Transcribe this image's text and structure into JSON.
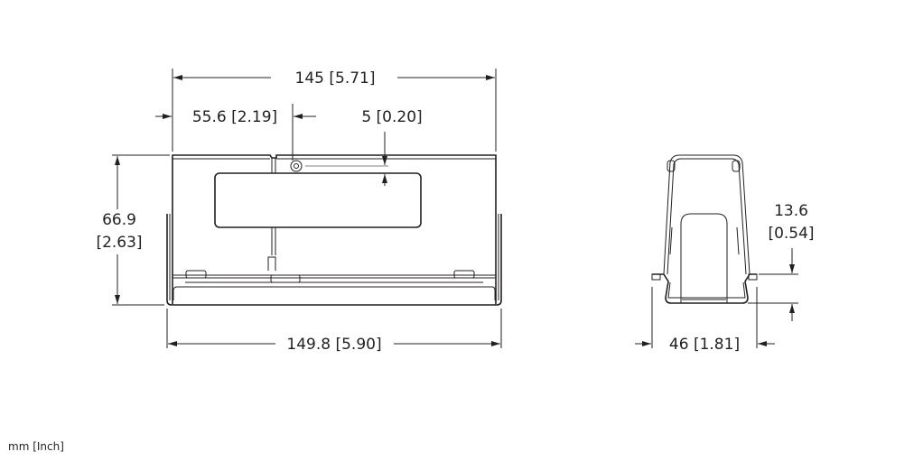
{
  "front_view": {
    "overall_width_top": "145 [5.71]",
    "offset_width": "55.6 [2.19]",
    "label_offset": "5 [0.20]",
    "height_line1": "66.9",
    "height_line2": "[2.63]",
    "overall_width_bottom": "149.8 [5.90]"
  },
  "side_view": {
    "flange_height_line1": "13.6",
    "flange_height_line2": "[0.54]",
    "depth": "46 [1.81]"
  },
  "units_note": "mm [Inch]",
  "colors": {
    "line": "#231f20",
    "leader": "#9a9a9a"
  }
}
